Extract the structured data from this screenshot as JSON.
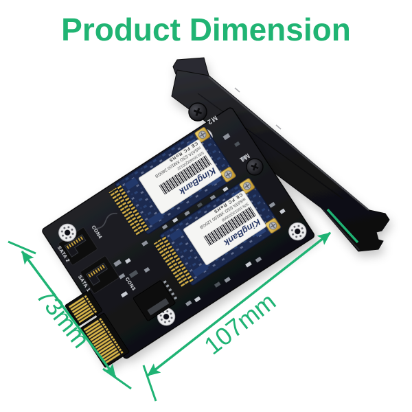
{
  "title": {
    "text": "Product Dimension"
  },
  "dimensions": {
    "height_label": "73mm",
    "width_label": "107mm"
  },
  "bracket_markings": {
    "m1": "M1",
    "m2": "M2"
  },
  "pcb": {
    "silkscreen": {
      "sata1": "SATA 1",
      "sata2": "SATA 2",
      "con3": "CON3",
      "con4": "CON4"
    }
  },
  "ssd1": {
    "brand": "KingBank",
    "model": "mSATA SSD XM100 240GB",
    "serial": "S/N:16043Q00132",
    "certs": "CE FC RoHS"
  },
  "ssd2": {
    "brand": "KingBank",
    "model": "mSATA SSD XM100 120GB",
    "serial": "S/N:16013Q00008",
    "certs": "CE FC RoHS"
  },
  "colors": {
    "accent_green": "#1fb374",
    "title_green": "#20b473",
    "pcb_black": "#17181b",
    "bracket_black": "#1d1e22",
    "ssd_blue": "#1d2c50",
    "gold": "#d8b13f",
    "label_white": "#f5f5f3"
  }
}
